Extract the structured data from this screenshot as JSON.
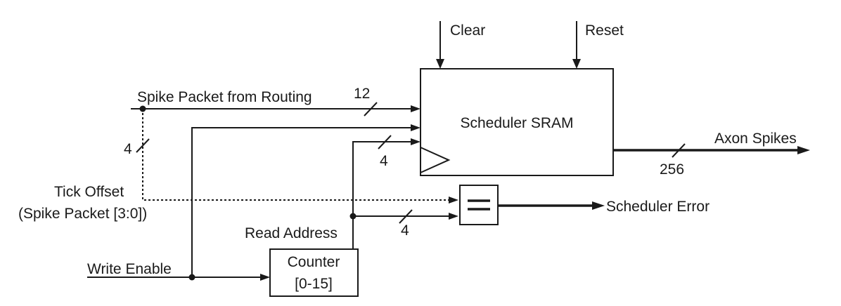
{
  "labels": {
    "clear": "Clear",
    "reset": "Reset",
    "spike_packet": "Spike Packet from Routing",
    "width_12": "12",
    "width_4_tick": "4",
    "scheduler_sram": "Scheduler SRAM",
    "width_4_addr": "4",
    "axon_spikes": "Axon Spikes",
    "width_256": "256",
    "tick_offset": "Tick Offset",
    "spike_packet_bits": "(Spike Packet [3:0])",
    "scheduler_error": "Scheduler Error",
    "read_address": "Read Address",
    "width_4_cmp": "4",
    "write_enable": "Write Enable",
    "counter": "Counter",
    "counter_range": "[0-15]"
  }
}
